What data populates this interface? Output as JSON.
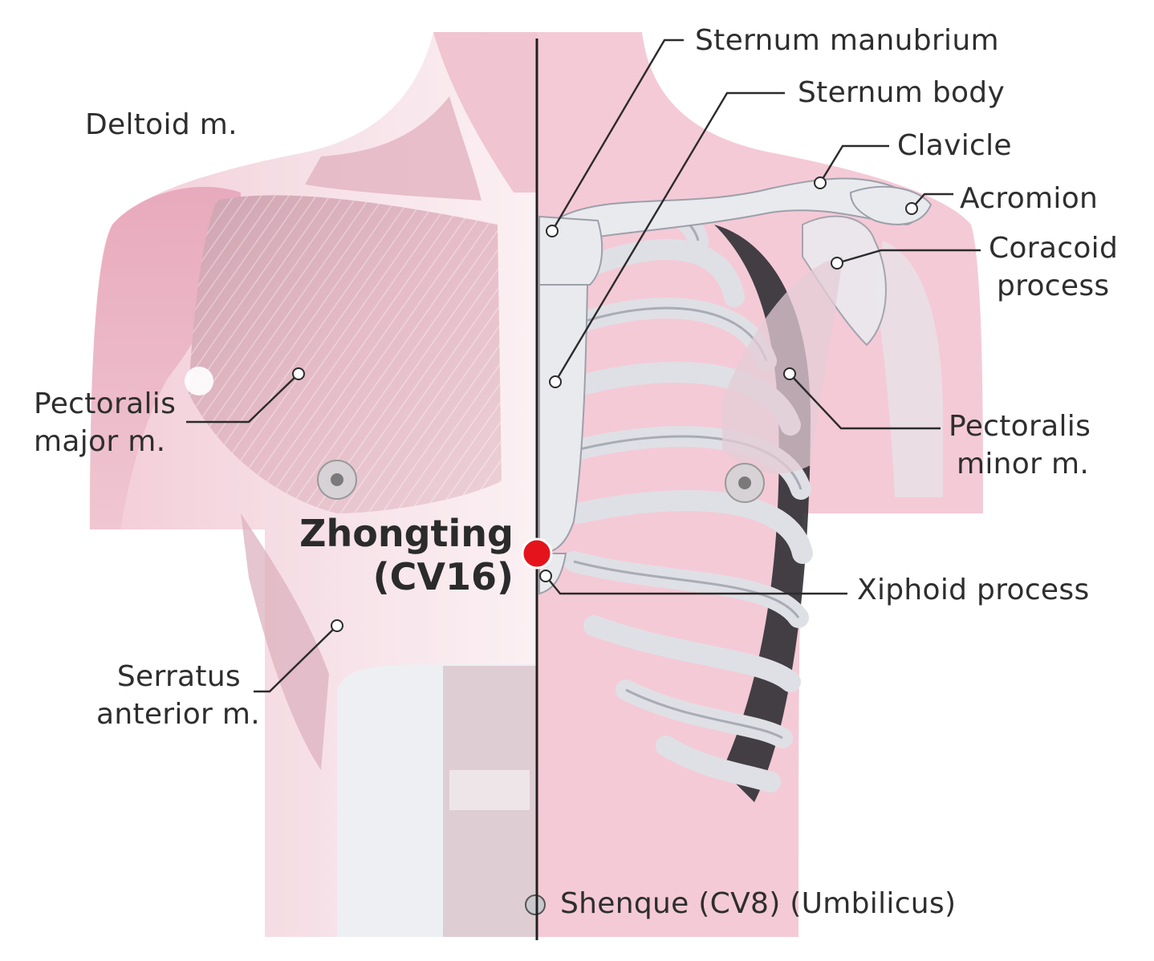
{
  "acupoint": {
    "name": "Zhongting",
    "code": "(CV16)",
    "marker_color": "#e5141c"
  },
  "labels": {
    "deltoid": "Deltoid m.",
    "pectoralis_major": [
      "Pectoralis",
      "major m."
    ],
    "serratus_anterior": [
      "Serratus",
      "anterior m."
    ],
    "sternum_manubrium": "Sternum manubrium",
    "sternum_body": "Sternum body",
    "clavicle": "Clavicle",
    "acromion": "Acromion",
    "coracoid_process": [
      "Coracoid",
      "process"
    ],
    "pectoralis_minor": [
      "Pectoralis",
      "minor m."
    ],
    "xiphoid_process": "Xiphoid process",
    "shenque": "Shenque (CV8) (Umbilicus)"
  },
  "colors": {
    "skin_pink": "#f2c8d3",
    "muscle_pink": "#e8b9c6",
    "bone_gray": "#e4e5ea",
    "line": "#2b2b2b"
  }
}
